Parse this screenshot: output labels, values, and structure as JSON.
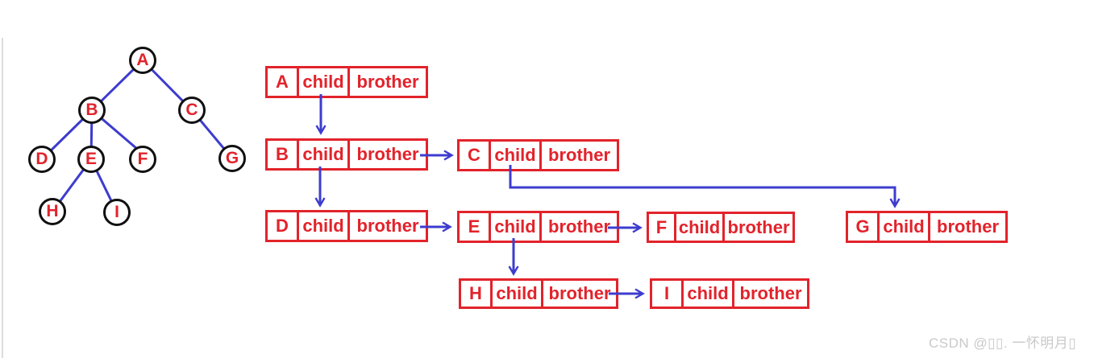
{
  "colors": {
    "box_red": "#e2232b",
    "arrow_blue": "#3d3ccf",
    "node_outline_black": "#101010",
    "watermark_gray": "#c9c9c9"
  },
  "tree": {
    "nodes": [
      {
        "label": "A"
      },
      {
        "label": "B"
      },
      {
        "label": "C"
      },
      {
        "label": "D"
      },
      {
        "label": "E"
      },
      {
        "label": "F"
      },
      {
        "label": "G"
      },
      {
        "label": "H"
      },
      {
        "label": "I"
      }
    ],
    "edges": [
      "A-B",
      "A-C",
      "B-D",
      "B-E",
      "B-F",
      "C-G",
      "E-H",
      "E-I"
    ]
  },
  "representation": {
    "cell_labels": {
      "child": "child",
      "brother": "brother"
    },
    "records": [
      {
        "label": "A",
        "child_arrow_to": "B",
        "brother_arrow_to": null
      },
      {
        "label": "B",
        "child_arrow_to": "D",
        "brother_arrow_to": "C"
      },
      {
        "label": "C",
        "child_arrow_to": "G",
        "brother_arrow_to": null
      },
      {
        "label": "D",
        "child_arrow_to": null,
        "brother_arrow_to": "E"
      },
      {
        "label": "E",
        "child_arrow_to": "H",
        "brother_arrow_to": "F"
      },
      {
        "label": "F",
        "child_arrow_to": null,
        "brother_arrow_to": null
      },
      {
        "label": "G",
        "child_arrow_to": null,
        "brother_arrow_to": null
      },
      {
        "label": "H",
        "child_arrow_to": null,
        "brother_arrow_to": "I"
      },
      {
        "label": "I",
        "child_arrow_to": null,
        "brother_arrow_to": null
      }
    ]
  },
  "watermark": {
    "text": "CSDN @▯▯. 一怀明月▯"
  }
}
